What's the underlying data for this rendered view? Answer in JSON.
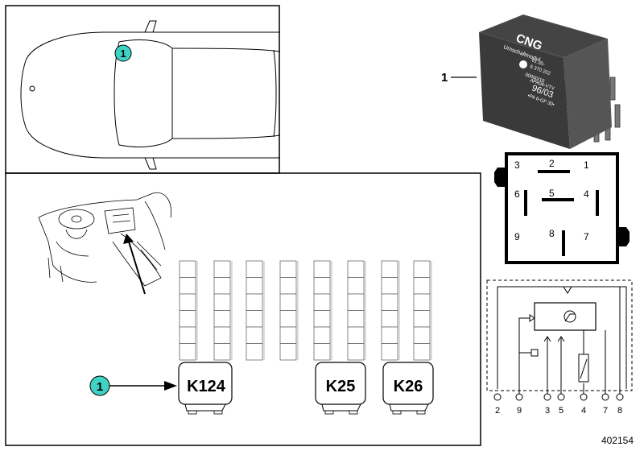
{
  "callout": {
    "number": "1"
  },
  "part_label": {
    "number": "1"
  },
  "relay": {
    "brand": "CNG",
    "model_text": "Umschaltmodul",
    "line1": "61.35-",
    "line2": "6 370 202",
    "line3": "00000/10",
    "line4": "APA06-VTV",
    "date_code": "96/03",
    "line6": "•PA 6-GF 30•"
  },
  "pinout": {
    "pins": [
      "3",
      "2",
      "1",
      "6",
      "5",
      "4",
      "9",
      "8",
      "7"
    ]
  },
  "slots": {
    "k124": "K124",
    "k25": "K25",
    "k26": "K26"
  },
  "schematic": {
    "pins": [
      "2",
      "9",
      "3",
      "5",
      "4",
      "7",
      "8"
    ]
  },
  "footer": {
    "id": "402154"
  }
}
